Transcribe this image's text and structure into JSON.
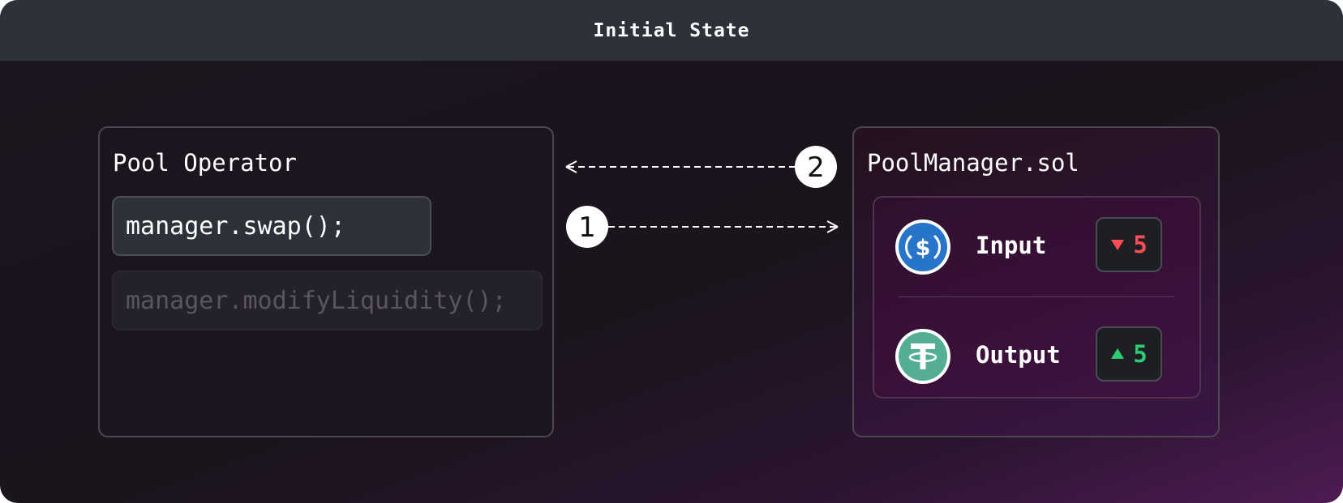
{
  "title": "Initial State",
  "left_panel": {
    "title": "Pool Operator",
    "active_call": "manager.swap();",
    "inactive_call": "manager.modifyLiquidity();"
  },
  "right_panel": {
    "title": "PoolManager.sol",
    "tokens": [
      {
        "label": "Input",
        "icon": "usdc-coin-icon",
        "direction": "down",
        "value": "5",
        "color": "#ff4d55"
      },
      {
        "label": "Output",
        "icon": "usdt-coin-icon",
        "direction": "up",
        "value": "5",
        "color": "#2ecc71"
      }
    ]
  },
  "steps": [
    {
      "number": "1",
      "direction": "to-pool-manager"
    },
    {
      "number": "2",
      "direction": "to-pool-operator"
    }
  ],
  "colors": {
    "titlebar": "#2e3139",
    "usdc": "#2775ca",
    "usdt": "#53ae94",
    "down": "#ff4d55",
    "up": "#2ecc71"
  }
}
